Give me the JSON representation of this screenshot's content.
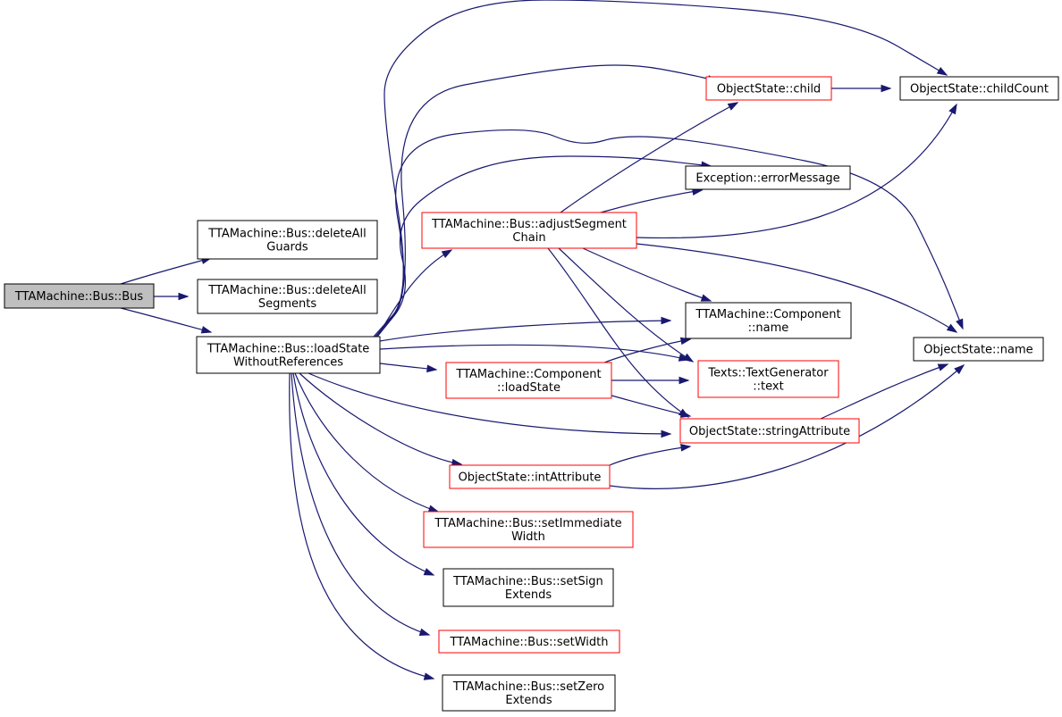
{
  "colors": {
    "edge": "#191970",
    "border_default": "#000000",
    "border_highlight": "#ff0000",
    "root_fill": "#bfbfbf",
    "node_fill": "#ffffff"
  },
  "nodes": {
    "bus_ctor": {
      "lines": [
        "TTAMachine::Bus::Bus"
      ],
      "style": "root"
    },
    "delete_guards": {
      "lines": [
        "TTAMachine::Bus::deleteAll",
        "Guards"
      ],
      "style": "default"
    },
    "delete_segments": {
      "lines": [
        "TTAMachine::Bus::deleteAll",
        "Segments"
      ],
      "style": "default"
    },
    "load_state_wo_refs": {
      "lines": [
        "TTAMachine::Bus::loadState",
        "WithoutReferences"
      ],
      "style": "default"
    },
    "adjust_segment_chain": {
      "lines": [
        "TTAMachine::Bus::adjustSegment",
        "Chain"
      ],
      "style": "highlight"
    },
    "component_load_state": {
      "lines": [
        "TTAMachine::Component",
        "::loadState"
      ],
      "style": "highlight"
    },
    "int_attribute": {
      "lines": [
        "ObjectState::intAttribute"
      ],
      "style": "highlight"
    },
    "set_immediate_width": {
      "lines": [
        "TTAMachine::Bus::setImmediate",
        "Width"
      ],
      "style": "highlight"
    },
    "set_sign_extends": {
      "lines": [
        "TTAMachine::Bus::setSign",
        "Extends"
      ],
      "style": "default"
    },
    "set_width": {
      "lines": [
        "TTAMachine::Bus::setWidth"
      ],
      "style": "highlight"
    },
    "set_zero_extends": {
      "lines": [
        "TTAMachine::Bus::setZero",
        "Extends"
      ],
      "style": "default"
    },
    "object_state_child": {
      "lines": [
        "ObjectState::child"
      ],
      "style": "highlight"
    },
    "exception_error_message": {
      "lines": [
        "Exception::errorMessage"
      ],
      "style": "default"
    },
    "component_name": {
      "lines": [
        "TTAMachine::Component",
        "::name"
      ],
      "style": "default"
    },
    "text_generator_text": {
      "lines": [
        "Texts::TextGenerator",
        "::text"
      ],
      "style": "highlight"
    },
    "string_attribute": {
      "lines": [
        "ObjectState::stringAttribute"
      ],
      "style": "highlight"
    },
    "child_count": {
      "lines": [
        "ObjectState::childCount"
      ],
      "style": "default"
    },
    "object_state_name": {
      "lines": [
        "ObjectState::name"
      ],
      "style": "default"
    }
  },
  "edges": [
    [
      "bus_ctor",
      "delete_guards"
    ],
    [
      "bus_ctor",
      "delete_segments"
    ],
    [
      "bus_ctor",
      "load_state_wo_refs"
    ],
    [
      "load_state_wo_refs",
      "adjust_segment_chain"
    ],
    [
      "load_state_wo_refs",
      "object_state_child"
    ],
    [
      "load_state_wo_refs",
      "child_count"
    ],
    [
      "load_state_wo_refs",
      "exception_error_message"
    ],
    [
      "load_state_wo_refs",
      "object_state_name"
    ],
    [
      "load_state_wo_refs",
      "component_name"
    ],
    [
      "load_state_wo_refs",
      "text_generator_text"
    ],
    [
      "load_state_wo_refs",
      "component_load_state"
    ],
    [
      "load_state_wo_refs",
      "string_attribute"
    ],
    [
      "load_state_wo_refs",
      "int_attribute"
    ],
    [
      "load_state_wo_refs",
      "set_immediate_width"
    ],
    [
      "load_state_wo_refs",
      "set_sign_extends"
    ],
    [
      "load_state_wo_refs",
      "set_width"
    ],
    [
      "load_state_wo_refs",
      "set_zero_extends"
    ],
    [
      "adjust_segment_chain",
      "object_state_child"
    ],
    [
      "adjust_segment_chain",
      "exception_error_message"
    ],
    [
      "adjust_segment_chain",
      "child_count"
    ],
    [
      "adjust_segment_chain",
      "object_state_name"
    ],
    [
      "adjust_segment_chain",
      "component_name"
    ],
    [
      "adjust_segment_chain",
      "text_generator_text"
    ],
    [
      "adjust_segment_chain",
      "string_attribute"
    ],
    [
      "object_state_child",
      "child_count"
    ],
    [
      "component_load_state",
      "component_name"
    ],
    [
      "component_load_state",
      "text_generator_text"
    ],
    [
      "component_load_state",
      "string_attribute"
    ],
    [
      "int_attribute",
      "string_attribute"
    ],
    [
      "int_attribute",
      "object_state_name"
    ],
    [
      "string_attribute",
      "object_state_name"
    ]
  ]
}
